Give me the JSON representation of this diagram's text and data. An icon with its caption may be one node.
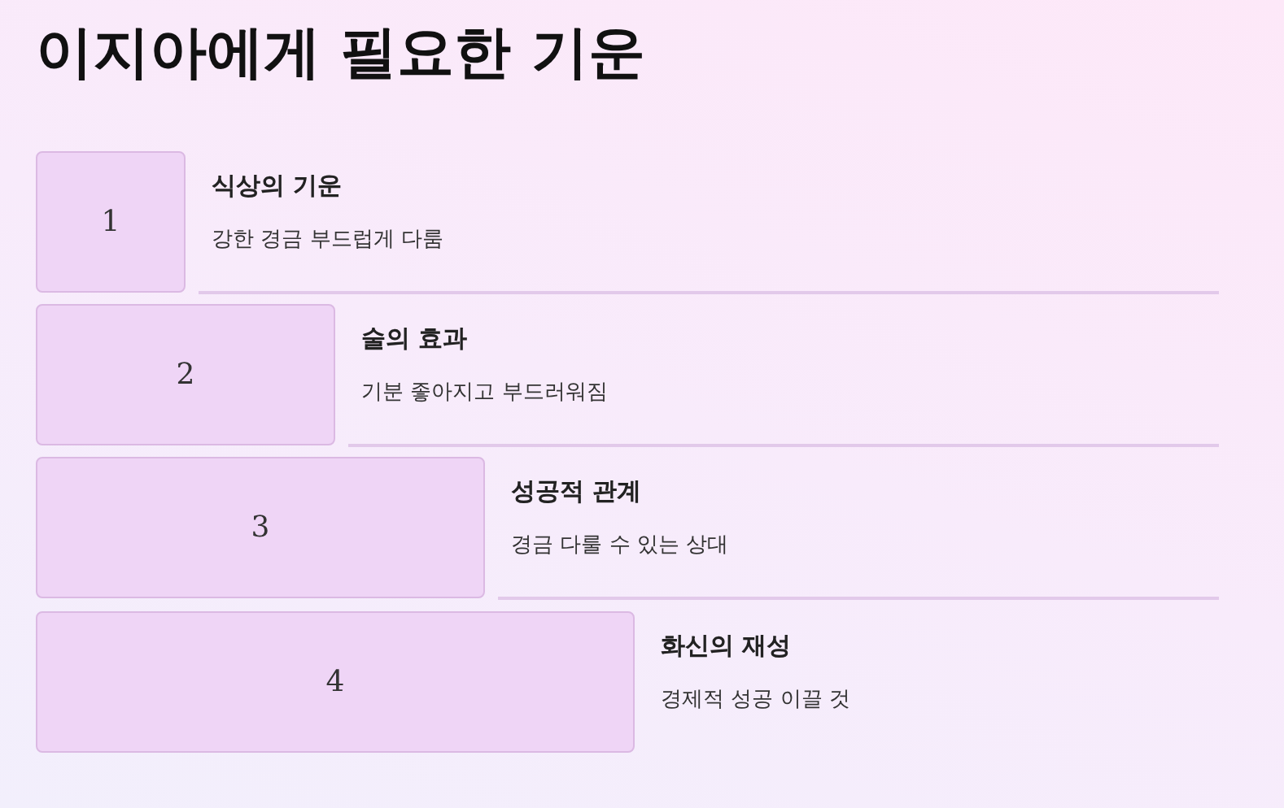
{
  "diagram": {
    "title": "이지아에게 필요한 기운",
    "nodes": [
      {
        "text": [
          "1"
        ],
        "beside": [
          "식상의 기운",
          "강한 경금 부드럽게 다룸"
        ]
      },
      {
        "text": [
          "2"
        ],
        "beside": [
          "술의 효과",
          "기분 좋아지고 부드러워짐"
        ]
      },
      {
        "text": [
          "3"
        ],
        "beside": [
          "성공적 관계",
          "경금 다룰 수 있는 상대"
        ]
      },
      {
        "text": [
          "4"
        ],
        "beside": [
          "화신의 재성",
          "경제적 성공 이끌 것"
        ]
      }
    ]
  }
}
